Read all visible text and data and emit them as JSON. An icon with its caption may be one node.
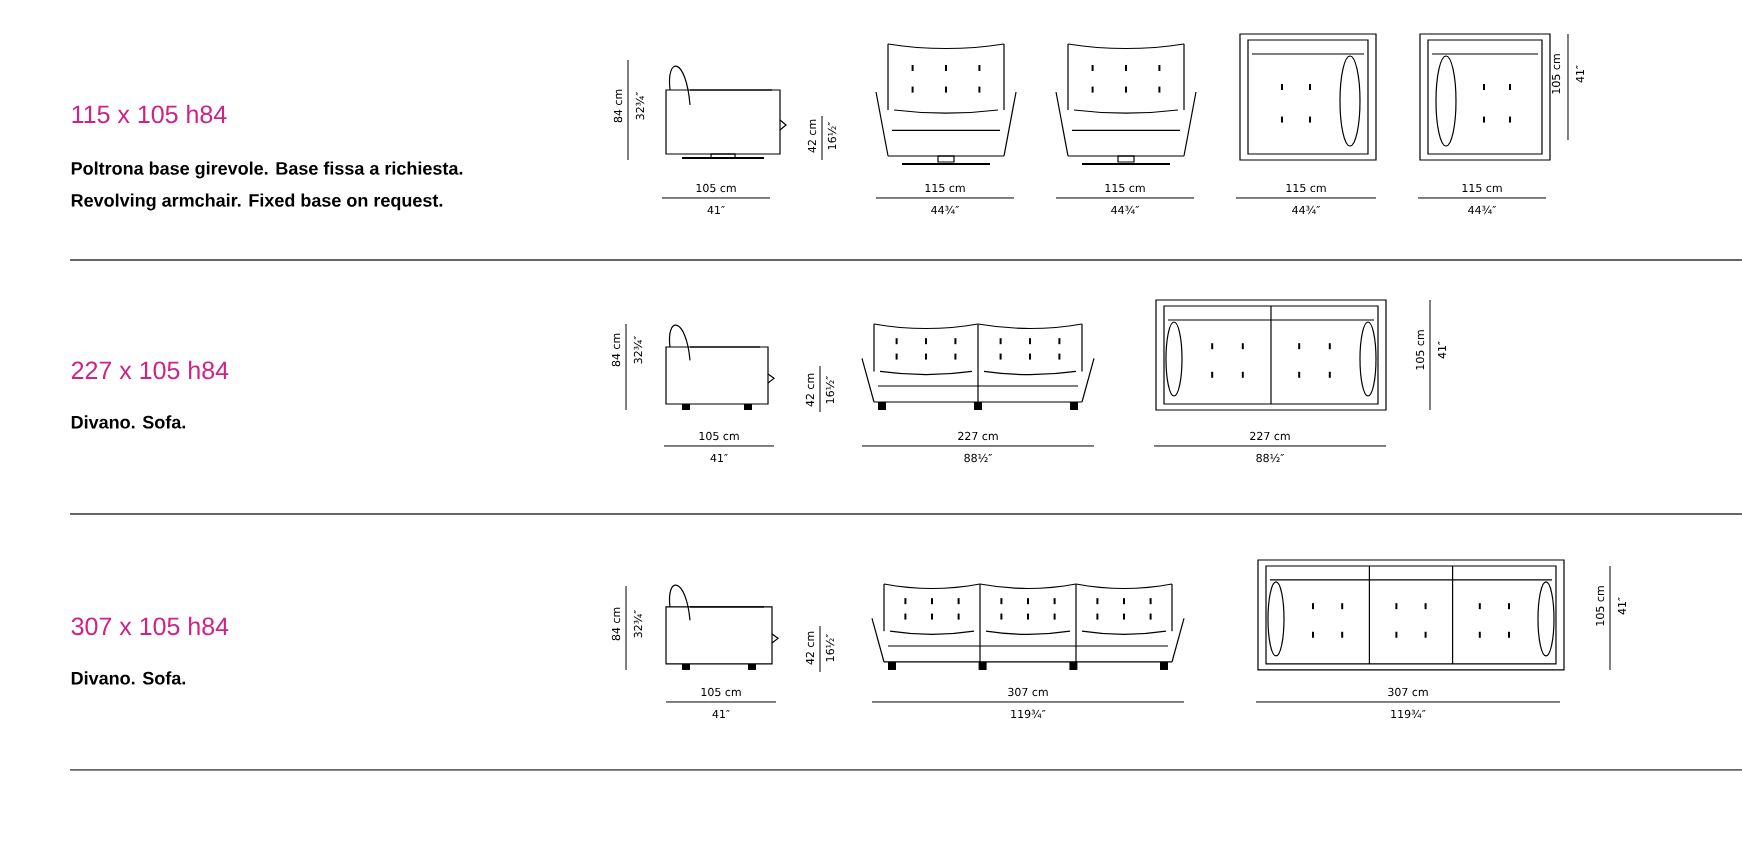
{
  "diagram": {
    "labels": [
      "115 x 105 h84",
      "Poltrona base girevole. Base fissa a richiesta.",
      "Revolving armchair. Fixed base on request.",
      "84 cm",
      "32¾″",
      "105 cm",
      "41″",
      "42 cm",
      "16½″",
      "115 cm",
      "44¾″",
      "115 cm",
      "44¾″",
      "115 cm",
      "44¾″",
      "115 cm",
      "44¾″",
      "105 cm",
      "41″",
      "227 x 105 h84",
      "Divano. Sofa.",
      "84 cm",
      "32¾″",
      "105 cm",
      "41″",
      "42 cm",
      "16½″",
      "227 cm",
      "88½″",
      "227 cm",
      "88½″",
      "105 cm",
      "41″",
      "307 x 105 h84",
      "Divano. Sofa.",
      "84 cm",
      "32¾″",
      "105 cm",
      "41″",
      "42 cm",
      "16½″",
      "307 cm",
      "119¾″",
      "307 cm",
      "119¾″",
      "105 cm",
      "41″"
    ]
  }
}
